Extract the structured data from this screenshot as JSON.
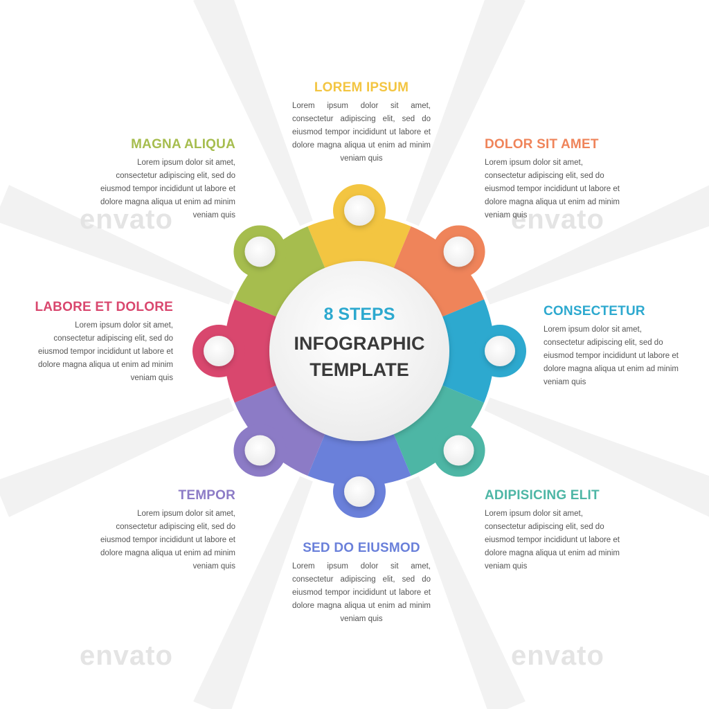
{
  "center": {
    "line1": "8 STEPS",
    "line2": "INFOGRAPHIC",
    "line3": "TEMPLATE"
  },
  "steps": [
    {
      "title": "LOREM IPSUM",
      "color": "#F3C541",
      "body": "Lorem ipsum dolor sit amet, consectetur adipiscing elit, sed do eiusmod tempor incididunt ut labore et dolore magna aliqua ut enim ad minim veniam quis"
    },
    {
      "title": "DOLOR SIT AMET",
      "color": "#EF845A",
      "body": "Lorem ipsum dolor sit amet, consectetur adipiscing elit, sed do eiusmod tempor incididunt ut labore et dolore magna aliqua ut enim ad minim veniam quis"
    },
    {
      "title": "CONSECTETUR",
      "color": "#2DA9CF",
      "body": "Lorem ipsum dolor sit amet, consectetur adipiscing elit, sed do eiusmod tempor incididunt ut labore et dolore magna aliqua ut enim ad minim veniam quis"
    },
    {
      "title": "ADIPISICING ELIT",
      "color": "#4DB6A5",
      "body": "Lorem ipsum dolor sit amet, consectetur adipiscing elit, sed do eiusmod tempor incididunt ut labore et dolore magna aliqua ut enim ad minim veniam quis"
    },
    {
      "title": "SED DO EIUSMOD",
      "color": "#6A80DA",
      "body": "Lorem ipsum dolor sit amet, consectetur adipiscing elit, sed do eiusmod tempor incididunt ut labore et dolore magna aliqua ut enim ad minim veniam quis"
    },
    {
      "title": "TEMPOR",
      "color": "#8C7BC6",
      "body": "Lorem ipsum dolor sit amet, consectetur adipiscing elit, sed do eiusmod tempor incididunt ut labore et dolore magna aliqua ut enim ad minim veniam quis"
    },
    {
      "title": "LABORE ET DOLORE",
      "color": "#D9476E",
      "body": "Lorem ipsum dolor sit amet, consectetur adipiscing elit, sed do eiusmod tempor incididunt ut labore et dolore magna aliqua ut enim ad minim veniam quis"
    },
    {
      "title": "MAGNA ALIQUA",
      "color": "#A6BD4E",
      "body": "Lorem ipsum dolor sit amet, consectetur adipiscing elit, sed do eiusmod tempor incididunt ut labore et dolore magna aliqua ut enim ad minim veniam quis"
    }
  ],
  "watermark": "envato"
}
